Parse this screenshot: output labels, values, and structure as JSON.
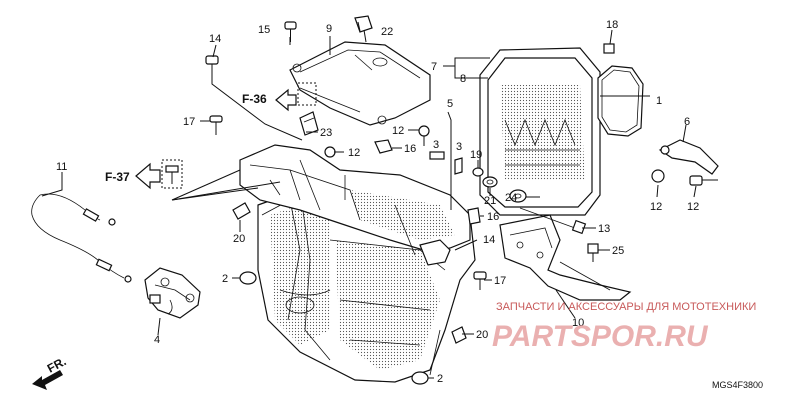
{
  "callouts": {
    "c1": "1",
    "c2a": "2",
    "c2b": "2",
    "c3a": "3",
    "c3b": "3",
    "c4": "4",
    "c5": "5",
    "c6": "6",
    "c7": "7",
    "c8": "8",
    "c9": "9",
    "c10": "10",
    "c11": "11",
    "c12a": "12",
    "c12b": "12",
    "c12c": "12",
    "c12d": "12",
    "c13": "13",
    "c14a": "14",
    "c14b": "14",
    "c15": "15",
    "c16a": "16",
    "c16b": "16",
    "c17a": "17",
    "c17b": "17",
    "c18": "18",
    "c19": "19",
    "c20a": "20",
    "c20b": "20",
    "c21": "21",
    "c22": "22",
    "c23": "23",
    "c24": "24",
    "c25": "25"
  },
  "refs": {
    "f36": "F-36",
    "f37": "F-37",
    "front": "FR."
  },
  "diagram_code": "MGS4F3800",
  "watermark": {
    "tagline": "ЗАПЧАСТИ И АКСЕССУАРЫ ДЛЯ МОТОТЕХНИКИ",
    "brand": "PARTSPOR.RU"
  },
  "colors": {
    "ink": "#111111",
    "watermark": "#e7a3a3",
    "watermark_text": "#c85a5a"
  }
}
